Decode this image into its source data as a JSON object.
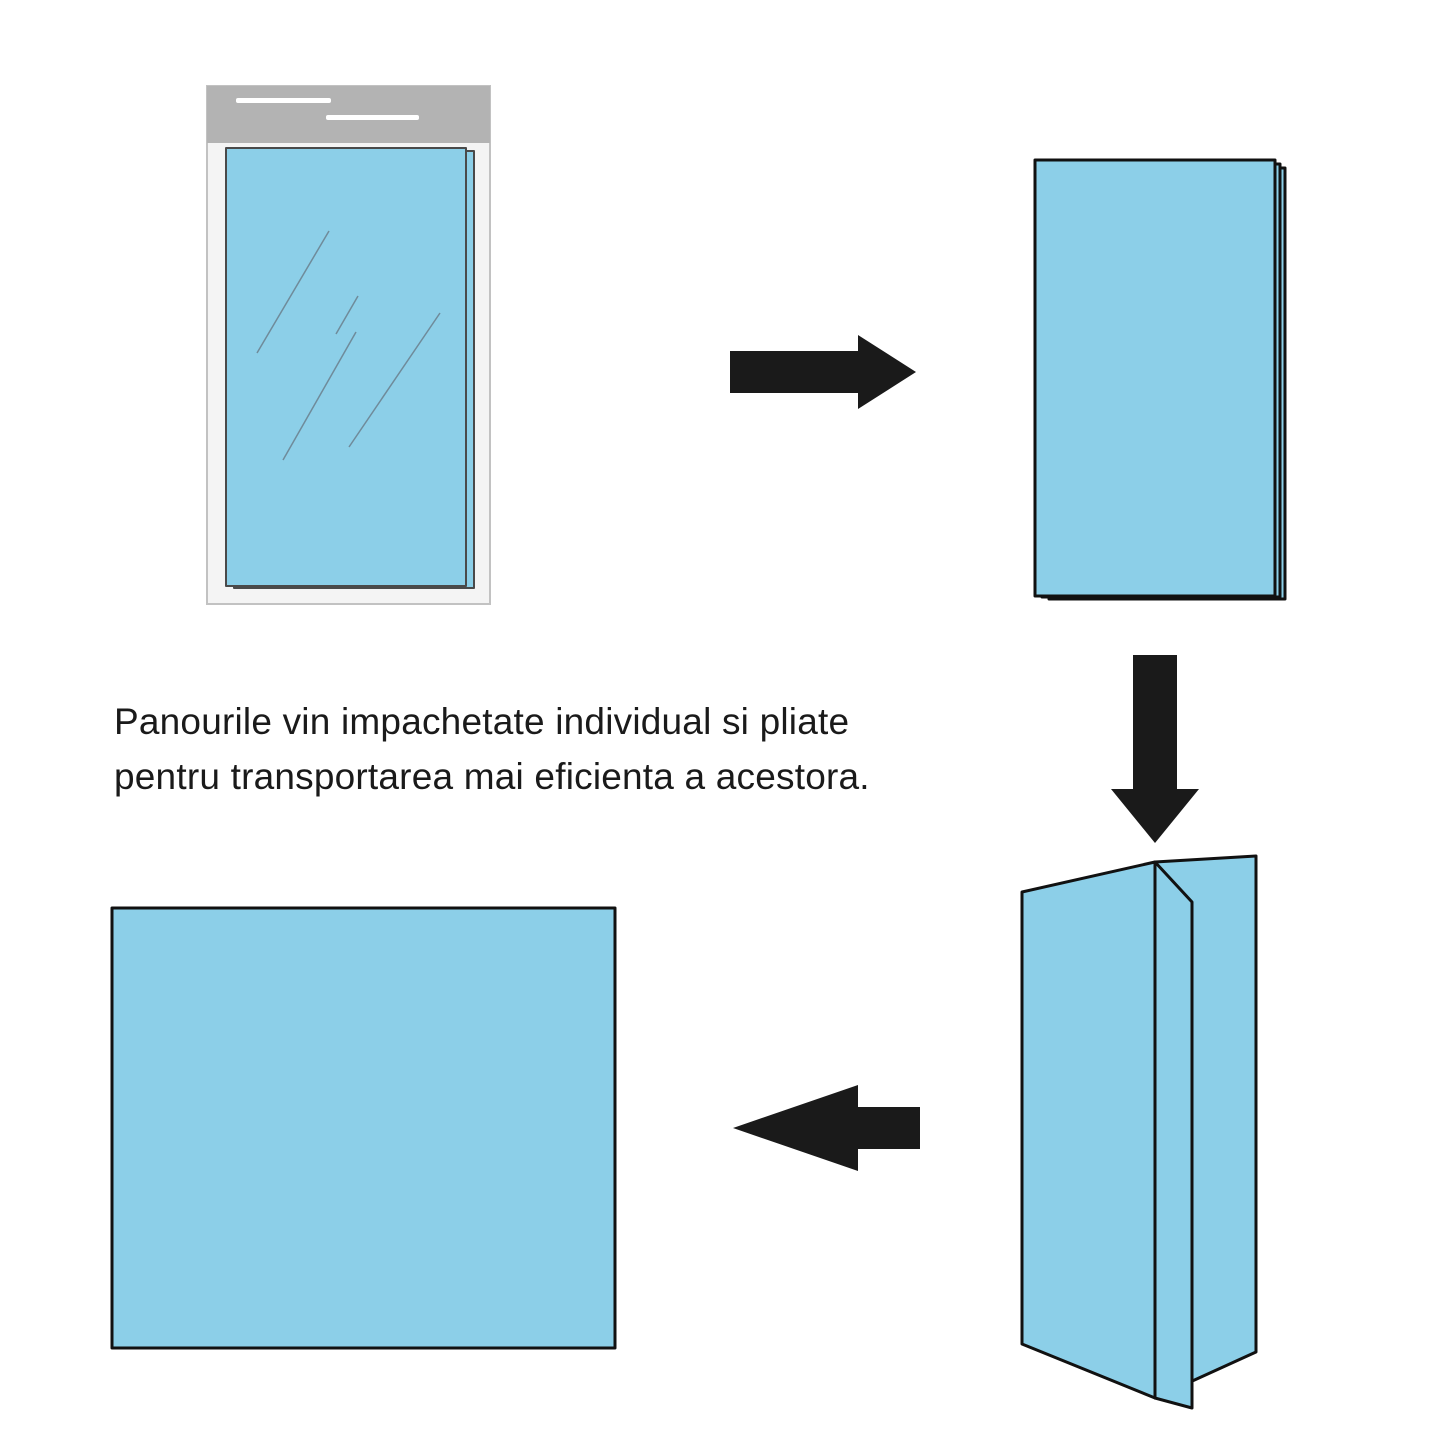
{
  "caption": {
    "line1": "Panourile vin impachetate individual si pliate",
    "line2": "pentru transportarea mai eficienta a acestora."
  },
  "colors": {
    "background": "#ffffff",
    "panel_blue": "#8ccfe8",
    "outline_black": "#111111",
    "package_label_grey": "#b3b3b3",
    "package_body": "#f4f4f4",
    "label_line_white": "#ffffff",
    "arrow_black": "#1a1a1a",
    "text_black": "#1a1a1a"
  },
  "figures": {
    "packaged_panel": "packaged-panel",
    "folded_panel": "folded-panel",
    "trifold_panel": "trifold-open-panel",
    "unfolded_panel": "unfolded-panel"
  },
  "icons": {
    "arrow_right": "arrow-right-icon",
    "arrow_down": "arrow-down-icon",
    "arrow_left": "arrow-left-icon"
  }
}
